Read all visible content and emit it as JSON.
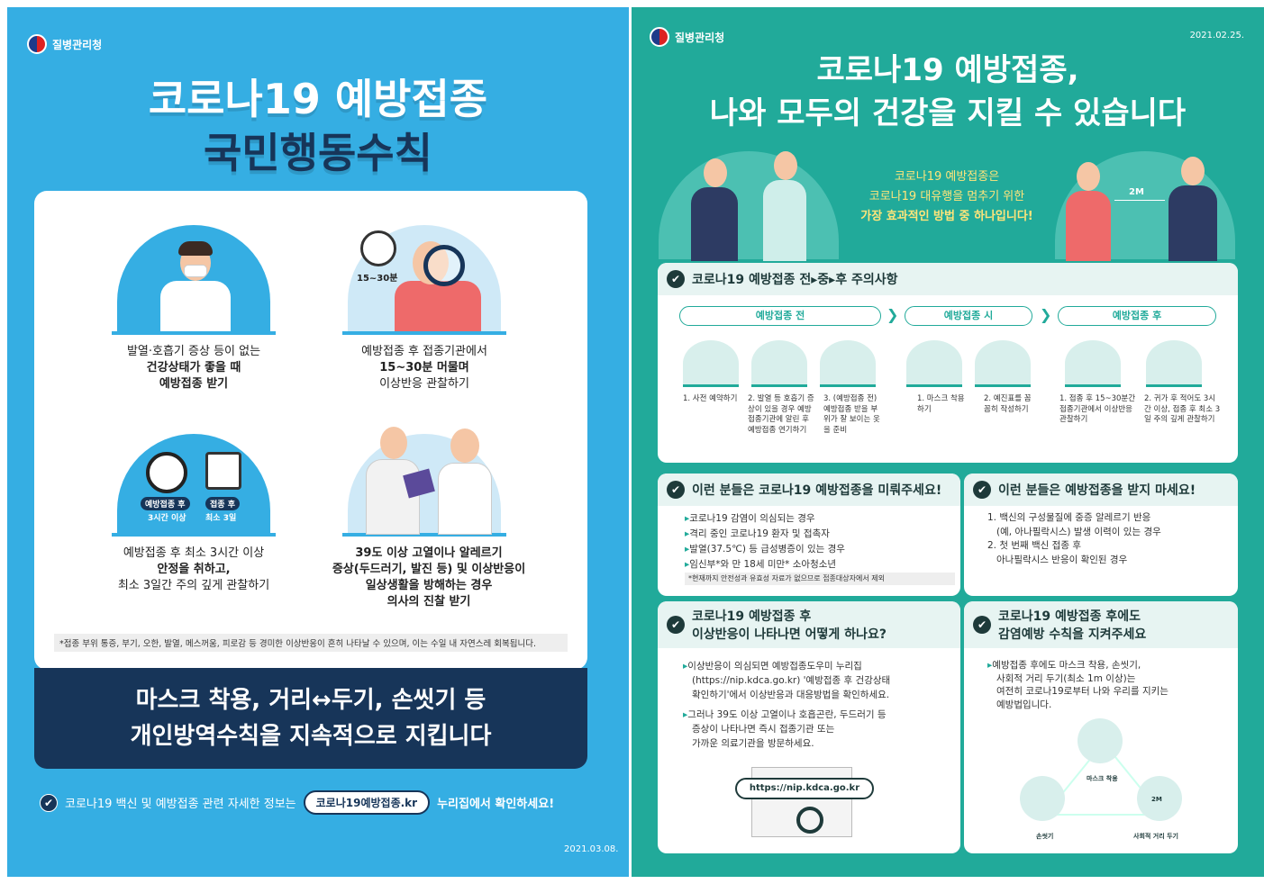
{
  "left": {
    "agency": "질병관리청",
    "title_line1": "코로나19 예방접종",
    "title_line2": "국민행동수칙",
    "items": [
      {
        "l1": "발열·호흡기 증상 등이 없는",
        "l2": "건강상태가 좋을 때",
        "l3": "예방접종 받기"
      },
      {
        "l1": "예방접종 후 접종기관에서",
        "l2": "15~30분 머물며",
        "l3": "이상반응 관찰하기"
      },
      {
        "l1": "예방접종 후 최소 3시간 이상",
        "l2": "안정을 취하고,",
        "l3": "최소 3일간 주의 깊게 관찰하기"
      },
      {
        "l1": "39도 이상 고열이나 알레르기",
        "l2": "증상(두드러기, 발진 등) 및 이상반응이",
        "l3": "일상생활을 방해하는 경우",
        "l4": "의사의 진찰 받기"
      }
    ],
    "timer_label": "15~30분",
    "badge1a": "예방접종 후",
    "badge1b": "3시간 이상",
    "badge2a": "접종 후",
    "badge2b": "최소 3일",
    "note": "*접종 부위 통증, 부기, 오한, 발열, 메스꺼움, 피로감 등 경미한 이상반응이 흔히 나타날 수 있으며, 이는 수일 내 자연스레 회복됩니다.",
    "navy1": "마스크 착용, 거리↔두기, 손씻기 등",
    "navy2": "개인방역수칙을 지속적으로 지킵니다",
    "bottom_a": "코로나19 백신 및 예방접종 관련 자세한 정보는",
    "bottom_pill": "코로나19예방접종.kr",
    "bottom_b": "누리집에서 확인하세요!",
    "date": "2021.03.08."
  },
  "right": {
    "agency": "질병관리청",
    "date": "2021.02.25.",
    "title_line1": "코로나19 예방접종,",
    "title_line2": "나와 모두의 건강을 지킬 수 있습니다",
    "intro1": "코로나19 예방접종은",
    "intro2": "코로나19 대유행을 멈추기 위한",
    "intro3": "가장 효과적인 방법 중 하나입니다!",
    "distance": "2M",
    "sec1": "코로나19 예방접종 전▸중▸후 주의사항",
    "stage_before": "예방접종 전",
    "stage_during": "예방접종 시",
    "stage_after": "예방접종 후",
    "steps": [
      "1. 사전 예약하기",
      "2. 발열 등 호흡기 증상이 있을 경우 예방접종기관에 알린 후 예방접종 연기하기",
      "3. (예방접종 전) 예방접종 받을 부위가 잘 보이는 옷을 준비",
      "1. 마스크 착용하기",
      "2. 예진표를 꼼꼼히 작성하기",
      "1. 접종 후 15~30분간 접종기관에서 이상반응 관찰하기",
      "2. 귀가 후 적어도 3시간 이상, 접종 후 최소 3일 주의 깊게 관찰하기"
    ],
    "sec2": "이런 분들은 코로나19 예방접종을 미뤄주세요!",
    "sec2_list": [
      "코로나19 감염이 의심되는 경우",
      "격리 중인 코로나19 환자 및 접촉자",
      "발열(37.5℃) 등 급성병증이 있는 경우",
      "임신부*와 만 18세 미만* 소아청소년"
    ],
    "sec2_note": "*현재까지 안전성과 유효성 자료가 없으므로 접종대상자에서 제외",
    "sec3": "이런 분들은 예방접종을 받지 마세요!",
    "sec3_list": [
      "1. 백신의 구성물질에 중증 알레르기 반응",
      "(예, 아나필락시스) 발생 이력이 있는 경우",
      "2. 첫 번째 백신 접종 후",
      "아나필락시스 반응이 확인된 경우"
    ],
    "sec4a": "코로나19 예방접종 후",
    "sec4b": "이상반응이 나타나면 어떻게 하나요?",
    "sec4_list": [
      "이상반응이 의심되면 예방접종도우미 누리집",
      "(https://nip.kdca.go.kr) '예방접종 후 건강상태",
      "확인하기'에서 이상반응과 대응방법을 확인하세요.",
      "그러나 39도 이상 고열이나 호흡곤란, 두드러기 등",
      "증상이 나타나면 즉시 접종기관 또는",
      "가까운 의료기관을 방문하세요."
    ],
    "url": "https://nip.kdca.go.kr",
    "sec5a": "코로나19 예방접종 후에도",
    "sec5b": "감염예방 수칙을 지켜주세요",
    "sec5_list": [
      "예방접종 후에도 마스크 착용, 손씻기,",
      "사회적 거리 두기(최소 1m 이상)는",
      "여전히 코로나19로부터 나와 우리를 지키는",
      "예방법입니다."
    ],
    "tri_mask": "마스크 착용",
    "tri_wash": "손씻기",
    "tri_dist": "사회적 거리 두기",
    "tri_2m": "2M"
  }
}
